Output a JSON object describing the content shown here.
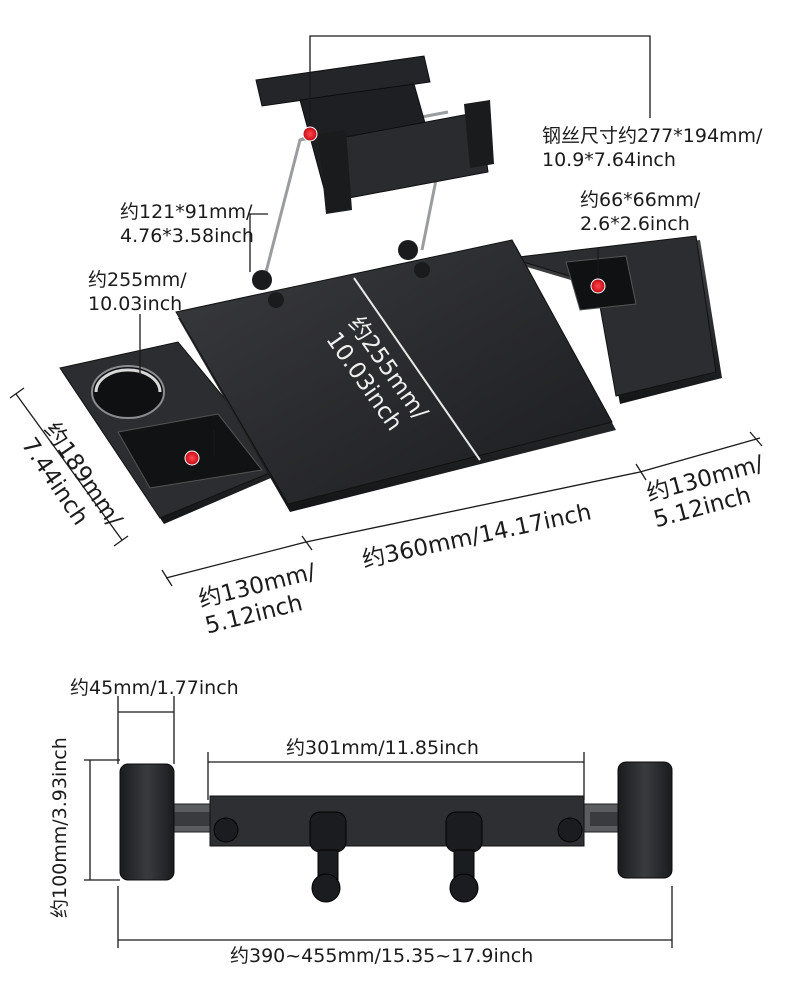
{
  "colors": {
    "product": "#2a2b2e",
    "product_dark": "#151618",
    "product_edge": "#4a4c50",
    "dimension_line": "#1a1a1a",
    "marker": "#e0202a",
    "background": "#ffffff"
  },
  "top_view": {
    "wire_size": {
      "line1": "钢丝尺寸约277*194mm/",
      "line2": "10.9*7.64inch"
    },
    "holder_size": {
      "line1": "约121*91mm/",
      "line2": "4.76*3.58inch"
    },
    "cup_diameter": {
      "line1": "约255mm/",
      "line2": "10.03inch"
    },
    "slot_size": {
      "line1": "约66*66mm/",
      "line2": "2.6*2.6inch"
    },
    "tray_depth_center": {
      "line1": "约255mm/",
      "line2": "10.03inch"
    },
    "tray_depth_left": {
      "line1": "约189mm/",
      "line2": "7.44inch"
    },
    "tray_width": "约360mm/14.17inch",
    "right_extension": {
      "line1": "约130mm/",
      "line2": "5.12inch"
    },
    "left_extension": {
      "line1": "约130mm/",
      "line2": "5.12inch"
    }
  },
  "bottom_view": {
    "clamp_width": "约45mm/1.77inch",
    "rail_length": "约301mm/11.85inch",
    "height": "约100mm/3.93inch",
    "total_length": "约390~455mm/15.35~17.9inch"
  }
}
